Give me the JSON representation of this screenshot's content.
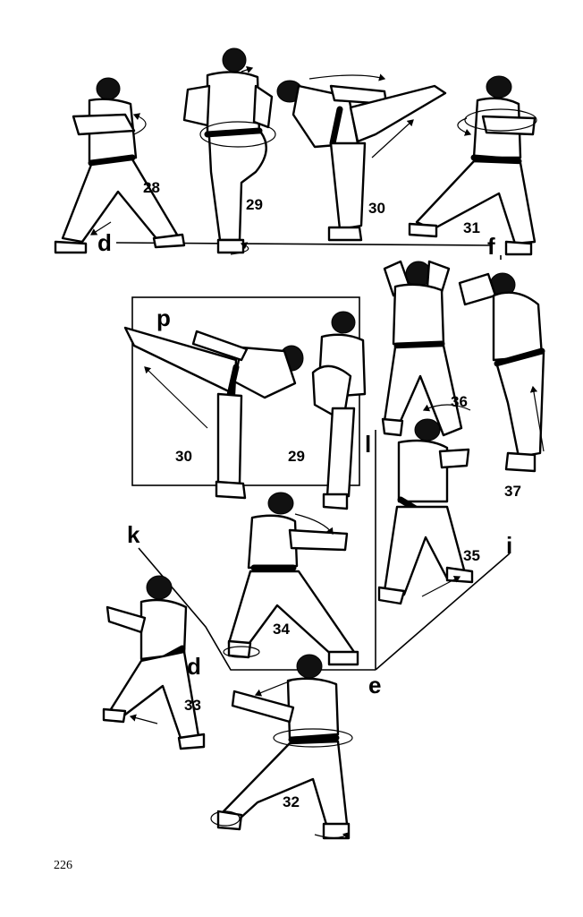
{
  "page_number": "226",
  "line_labels": {
    "d_top": "d",
    "f": "f",
    "p": "p",
    "l": "l",
    "k": "k",
    "d_lower": "d",
    "e": "e",
    "i": "i"
  },
  "figure_numbers": {
    "fig28": "28",
    "fig29": "29",
    "fig30": "30",
    "fig31": "31",
    "inset30": "30",
    "inset29": "29",
    "fig36": "36",
    "fig37": "37",
    "fig35": "35",
    "fig34": "34",
    "fig33": "33",
    "fig32": "32"
  }
}
